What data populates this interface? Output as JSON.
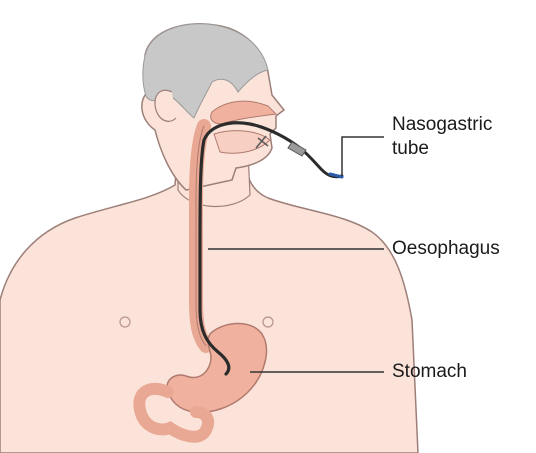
{
  "labels": {
    "nasogastric_tube_line1": "Nasogastric",
    "nasogastric_tube_line2": "tube",
    "oesophagus": "Oesophagus",
    "stomach": "Stomach"
  },
  "colors": {
    "skin": "#fbe3da",
    "skin_outline": "#9c7f78",
    "hair": "#c8c8c8",
    "hair_outline": "#9a9a9a",
    "stomach": "#f0b29f",
    "stomach_outline": "#b07a6e",
    "tube": "#2b2b2b",
    "tube_tip": "#2a5aa8",
    "leader_line": "#333333"
  }
}
